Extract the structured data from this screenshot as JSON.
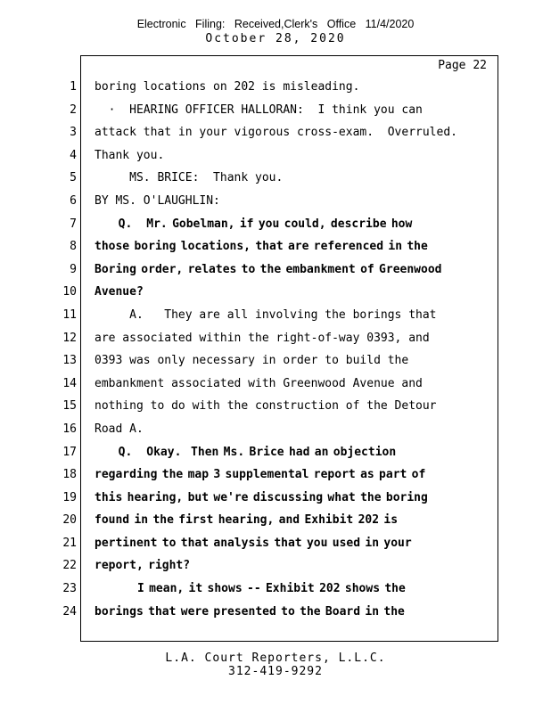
{
  "header": {
    "filing_line": "Electronic Filing: Received,Clerk's Office 11/4/2020",
    "date_line": "October 28, 2020"
  },
  "page_label": "Page 22",
  "transcript": {
    "lines": [
      {
        "num": "1",
        "bold": false,
        "text": "boring locations on 202 is misleading."
      },
      {
        "num": "2",
        "bold": false,
        "text": "  ·  HEARING OFFICER HALLORAN:  I think you can"
      },
      {
        "num": "3",
        "bold": false,
        "text": "attack that in your vigorous cross-exam.  Overruled."
      },
      {
        "num": "4",
        "bold": false,
        "text": "Thank you."
      },
      {
        "num": "5",
        "bold": false,
        "text": "     MS. BRICE:  Thank you."
      },
      {
        "num": "6",
        "bold": false,
        "text": "BY MS. O'LAUGHLIN:"
      },
      {
        "num": "7",
        "bold": true,
        "text": "     Q.   Mr. Gobelman, if you could, describe how"
      },
      {
        "num": "8",
        "bold": true,
        "text": "those boring locations, that are referenced in the"
      },
      {
        "num": "9",
        "bold": true,
        "text": "Boring order, relates to the embankment of Greenwood"
      },
      {
        "num": "10",
        "bold": true,
        "text": "Avenue?"
      },
      {
        "num": "11",
        "bold": false,
        "text": "     A.   They are all involving the borings that"
      },
      {
        "num": "12",
        "bold": false,
        "text": "are associated within the right-of-way 0393, and"
      },
      {
        "num": "13",
        "bold": false,
        "text": "0393 was only necessary in order to build the"
      },
      {
        "num": "14",
        "bold": false,
        "text": "embankment associated with Greenwood Avenue and"
      },
      {
        "num": "15",
        "bold": false,
        "text": "nothing to do with the construction of the Detour"
      },
      {
        "num": "16",
        "bold": false,
        "text": "Road A."
      },
      {
        "num": "17",
        "bold": true,
        "text": "     Q.   Okay.  Then Ms. Brice had an objection"
      },
      {
        "num": "18",
        "bold": true,
        "text": "regarding the map 3 supplemental report as part of"
      },
      {
        "num": "19",
        "bold": true,
        "text": "this hearing, but we're discussing what the boring"
      },
      {
        "num": "20",
        "bold": true,
        "text": "found in the first hearing, and Exhibit 202 is"
      },
      {
        "num": "21",
        "bold": true,
        "text": "pertinent to that analysis that you used in your"
      },
      {
        "num": "22",
        "bold": true,
        "text": "report, right?"
      },
      {
        "num": "23",
        "bold": true,
        "text": "         I mean, it shows -- Exhibit 202 shows the"
      },
      {
        "num": "24",
        "bold": true,
        "text": "borings that were presented to the Board in the"
      }
    ]
  },
  "footer": {
    "company": "L.A. Court Reporters, L.L.C.",
    "phone": "312-419-9292"
  }
}
